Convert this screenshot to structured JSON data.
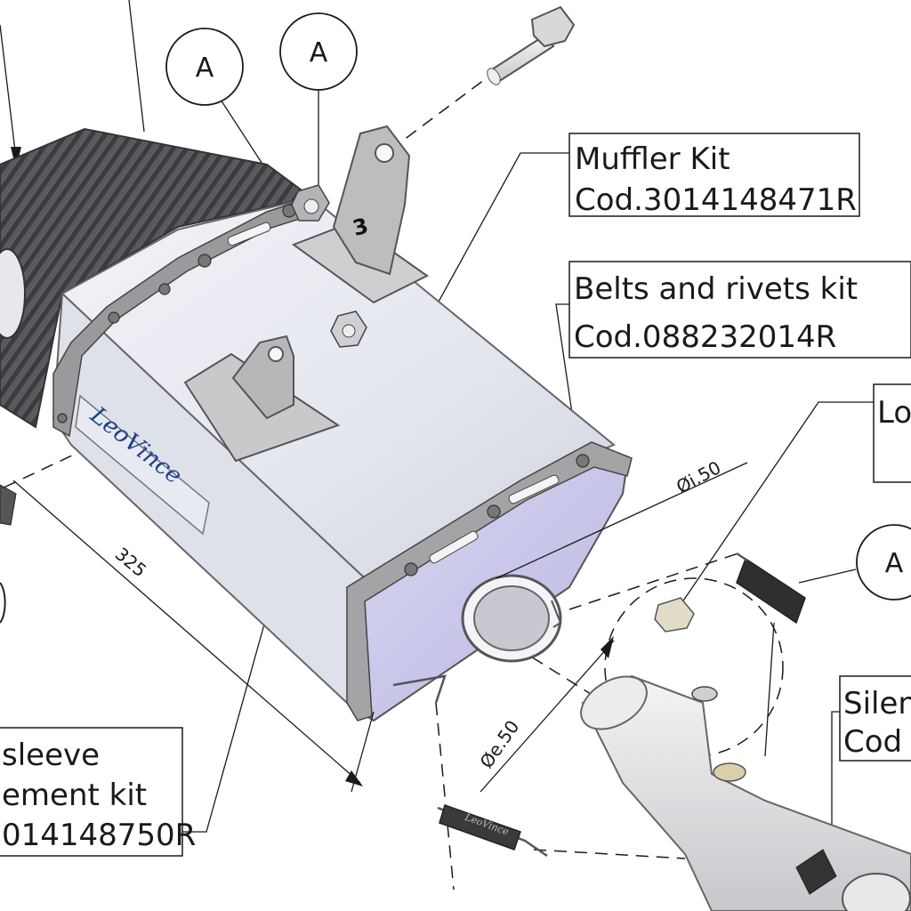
{
  "callouts": {
    "muffler_kit": {
      "line1": "Muffler Kit",
      "line2": "Cod.3014148471R"
    },
    "belts_rivets_kit": {
      "line1": "Belts and rivets kit",
      "line2": "Cod.088232014R"
    },
    "sleeve_kit": {
      "line1": "sleeve",
      "line2": "ement kit",
      "line3": "014148750R"
    },
    "right_top": {
      "line1": "Lo"
    },
    "silencer": {
      "line1": "Silen",
      "line2": "Cod"
    }
  },
  "balloons": [
    "A",
    "A",
    "A"
  ],
  "dimensions": {
    "length": "325",
    "inner_diameter": "Øi.50",
    "outer_diameter": "Øe.50"
  },
  "bracket_number": "3",
  "brand_logo": "LeoVince",
  "colors": {
    "ink": "#1a1a1a",
    "muffler_body": "#e6e8f0",
    "carbon": "#4a4a4e",
    "steel_band": "#9a9a9c",
    "logo_blue": "#1e3f8c"
  }
}
